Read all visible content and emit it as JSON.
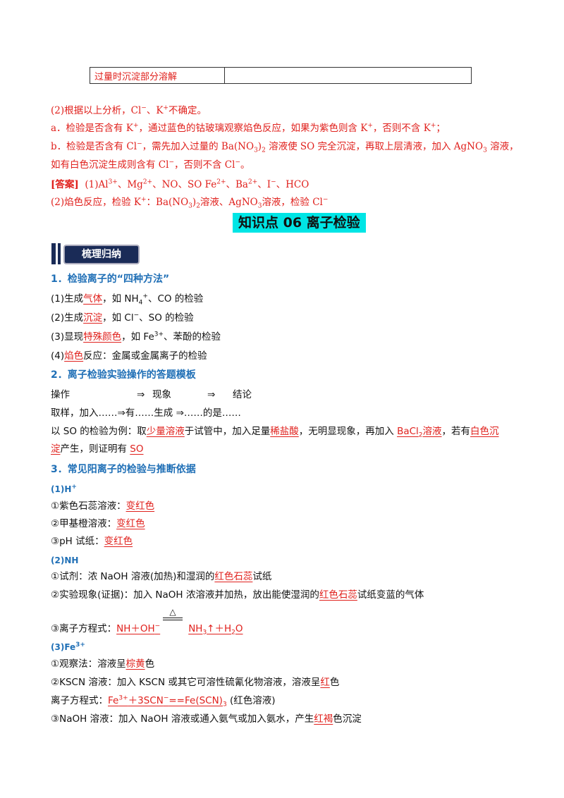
{
  "table": {
    "cell1": "过量时沉淀部分溶解",
    "cell2": ""
  },
  "analysis": {
    "line1_pre": "(2)根据以上分析，Cl",
    "line1_mid": "、K",
    "line1_post": "不确定。",
    "line2_pre": "a．检验是否含有 K",
    "line2_mid": "，通过蓝色的钴玻璃观察焰色反应，如果为紫色则含 K",
    "line2_mid2": "，否则不含 K",
    "line2_post": "；",
    "line3_pre": "b．检验是否含有 Cl",
    "line3_a": "，需先加入过量的 Ba(NO",
    "line3_b": ")",
    "line3_c": " 溶液使 SO 完全沉淀，再取上层清液，加入 AgNO",
    "line3_d": " 溶液，",
    "line4_pre": "如有白色沉淀生成则含有 Cl",
    "line4_mid": "，否则不含 Cl",
    "line4_post": "。"
  },
  "answer": {
    "label": "[答案]",
    "l1_a": "(1)Al",
    "l1_b": "、Mg",
    "l1_c": "、NO、SO   Fe",
    "l1_d": "、Ba",
    "l1_e": "、I",
    "l1_f": "、HCO",
    "l2_a": "(2)焰色反应，检验 K",
    "l2_b": "：Ba(NO",
    "l2_c": ")",
    "l2_d": "溶液、AgNO",
    "l2_e": "溶液，检验 Cl"
  },
  "knowledge_title": "知识点 06    离子检验",
  "badge": "梳理归纳",
  "s1": {
    "title": "1．检验离子的“四种方法”",
    "i1_pre": "(1)生成",
    "i1_u": "气体",
    "i1_post": "，如 NH",
    "i1_tail": "、CO 的检验",
    "i2_pre": "(2)生成",
    "i2_u": "沉淀",
    "i2_post": "，如 Cl",
    "i2_tail": "、SO 的检验",
    "i3_pre": "(3)显现",
    "i3_u": "特殊颜色",
    "i3_post": "，如 Fe",
    "i3_tail": "、苯酚的检验",
    "i4_pre": "(4)",
    "i4_u": "焰色",
    "i4_post": "反应：金属或金属离子的检验"
  },
  "s2": {
    "title": "2．离子检验实验操作的答题模板",
    "h1": "操作",
    "arrow": "⇒",
    "h2": "现象",
    "h3": "结论",
    "row2": "取样，加入……⇒有……生成   ⇒……的是……",
    "ex_a": "以 SO 的检验为例：取",
    "ex_u1": "少量溶液",
    "ex_b": "于试管中，加入足量",
    "ex_u2": "稀盐酸",
    "ex_c": "，无明显现象，再加入 ",
    "ex_u3a": "BaCl",
    "ex_u3b": "溶液",
    "ex_d": "，若有",
    "ex_u4": "白色沉",
    "ex2_u": "淀",
    "ex2_b": "产生，则证明有 ",
    "ex2_u2": "SO"
  },
  "s3": {
    "title": "3．常见阳离子的检验与推断依据",
    "h_label": "(1)H",
    "h1_pre": "①紫色石蕊溶液：",
    "h1_u": "变红色",
    "h2_pre": "②甲基橙溶液：",
    "h2_u": "变红色",
    "h3_pre": "③pH 试纸：",
    "h3_u": "变红色",
    "nh_label": "(2)NH",
    "nh1_pre": "①试剂：浓 NaOH 溶液(加热)和湿润的",
    "nh1_u": "红色石蕊",
    "nh1_post": "试纸",
    "nh2_pre": "②实验现象(证据)：加入 NaOH 浓溶液并加热，放出能使湿润的",
    "nh2_u": "红色石蕊",
    "nh2_post": "试纸变蓝的气体",
    "nh3_pre": "③离子方程式：",
    "nh3_u1": "NH＋OH",
    "nh3_tri": "△",
    "nh3_u2a": "NH",
    "nh3_u2b": "↑＋H",
    "nh3_u2c": "O",
    "fe_label": "(3)Fe",
    "fe1_pre": "①观察法：溶液呈",
    "fe1_u": "棕黄",
    "fe1_post": "色",
    "fe2_pre": "②KSCN 溶液：加入 KSCN 或其它可溶性硫氰化物溶液，溶液呈",
    "fe2_u": "红",
    "fe2_post": "色",
    "fe3_pre": "离子方程式：",
    "fe3_u": "Fe",
    "fe3_u2": "＋3SCN",
    "fe3_u3": "==Fe(SCN)",
    "fe3_post": " (红色溶液)",
    "fe4_pre": "③NaOH 溶液：加入 NaOH 溶液或通入氨气或加入氨水，产生",
    "fe4_u": "红褐",
    "fe4_post": "色沉淀"
  },
  "supers": {
    "minus": "−",
    "plus": "+",
    "three_plus": "3+",
    "two_plus": "2+",
    "sub2": "2",
    "sub3": "3"
  }
}
